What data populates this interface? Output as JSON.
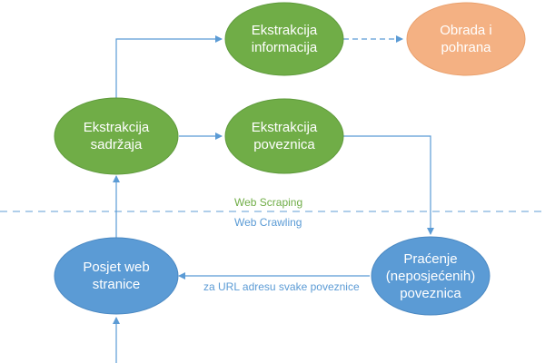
{
  "diagram": {
    "nodes": {
      "ekstrakcija_informacija": "Ekstrakcija\ninformacija",
      "obrada_i_pohrana": "Obrada i\npohrana",
      "ekstrakcija_sadrzaja": "Ekstrakcija\nsadržaja",
      "ekstrakcija_poveznica": "Ekstrakcija\npoveznica",
      "posjet_web_stranice": "Posjet web\nstranice",
      "pracenje_poveznica": "Praćenje\n(neposjećenih)\npoveznica"
    },
    "labels": {
      "web_scraping": "Web Scraping",
      "web_crawling": "Web Crawling",
      "edge_label": "za URL adresu svake poveznice"
    },
    "colors": {
      "green_node": "#70AD47",
      "green_border": "#5E9A3B",
      "blue_node": "#5B9BD5",
      "blue_border": "#4A88C2",
      "orange_node": "#F4B183",
      "orange_border": "#E9A06D",
      "arrow": "#5B9BD5",
      "web_scraping_text": "#70AD47",
      "web_crawling_text": "#5B9BD5"
    }
  }
}
